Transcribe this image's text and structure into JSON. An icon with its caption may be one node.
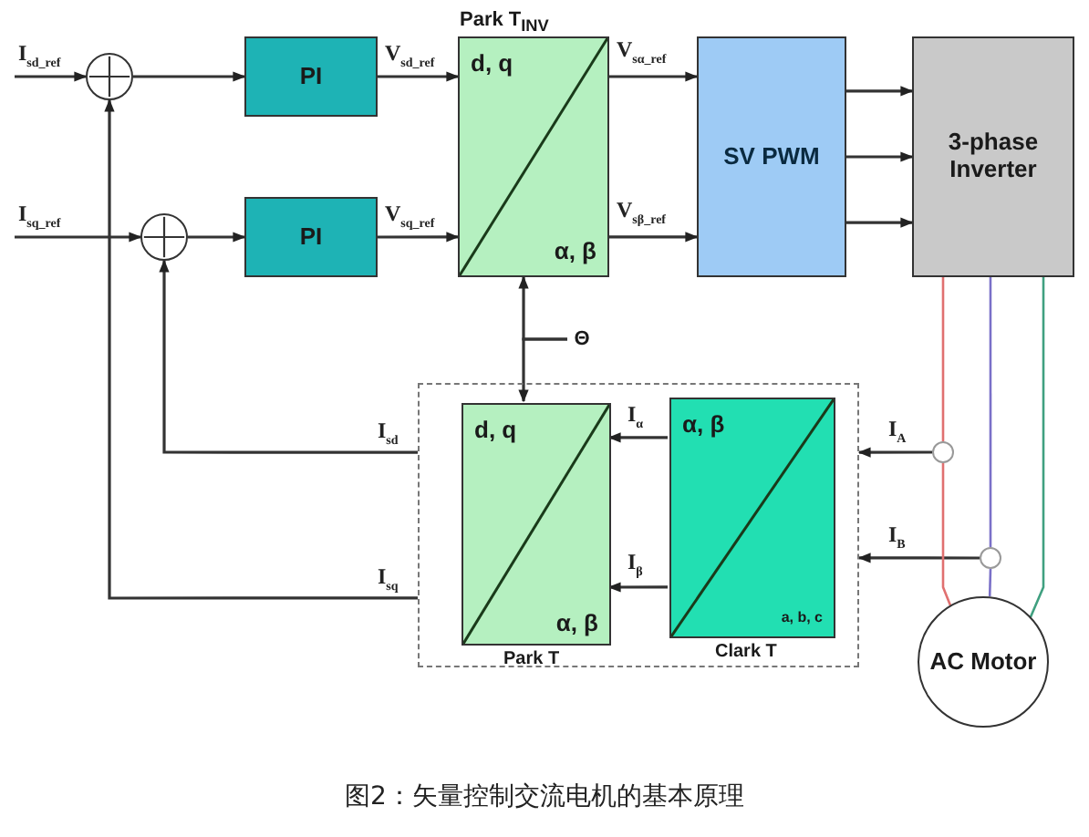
{
  "diagram": {
    "caption": "图2：矢量控制交流电机的基本原理",
    "nodes": [
      {
        "text": [],
        "shape": "circle"
      },
      {
        "text": [
          "PI"
        ]
      },
      {
        "text": [],
        "shape": "circle"
      },
      {
        "text": [
          "PI"
        ]
      },
      {
        "text": [
          "Park T$_{INV}$",
          "d, q",
          "α, β"
        ]
      },
      {
        "text": [
          "SV PWM"
        ]
      },
      {
        "text": [
          "3-phase Inverter"
        ]
      },
      {
        "text": [],
        "shape": "box"
      },
      {
        "text": [
          "d, q",
          "α, β",
          "Park T"
        ],
        "in": 7
      },
      {
        "text": [
          "α, β",
          "a, b, c",
          "Clark T"
        ],
        "in": 7
      },
      {
        "text": [
          "AC Motor"
        ]
      },
      {
        "text": [
          "Θ"
        ]
      },
      {
        "text": [],
        "shape": "circle"
      },
      {
        "text": [],
        "shape": "circle"
      }
    ],
    "edges": [
      {
        "from": null,
        "to": 0,
        "arrow": "to",
        "label": "I$_{sd_ref}$"
      },
      {
        "from": null,
        "to": 2,
        "arrow": "to",
        "label": "I$_{sq_ref}$"
      },
      {
        "from": 0,
        "to": 1,
        "arrow": "to"
      },
      {
        "from": 2,
        "to": 3,
        "arrow": "to"
      },
      {
        "from": 1,
        "to": 4,
        "arrow": "to",
        "label": "V$_{sd_ref}$"
      },
      {
        "from": 3,
        "to": 4,
        "arrow": "to",
        "label": "V$_{sq_ref}$"
      },
      {
        "from": 4,
        "to": 5,
        "arrow": "to",
        "label": "V$_{sα_ref}$"
      },
      {
        "from": 4,
        "to": 5,
        "arrow": "to",
        "label": "V$_{sβ_ref}$"
      },
      {
        "from": 5,
        "to": 6,
        "arrow": "to"
      },
      {
        "from": 5,
        "to": 6,
        "arrow": "to"
      },
      {
        "from": 5,
        "to": 6,
        "arrow": "to"
      },
      {
        "from": 11,
        "to": 4,
        "arrow": "to"
      },
      {
        "from": 11,
        "to": 8,
        "arrow": "to"
      },
      {
        "from": 7,
        "to": 2,
        "arrow": "to",
        "label": "I$_{sd}$"
      },
      {
        "from": 7,
        "to": 0,
        "arrow": "to",
        "label": "I$_{sq}$"
      },
      {
        "from": 9,
        "to": 8,
        "arrow": "to",
        "label": "I$_{α}$"
      },
      {
        "from": 9,
        "to": 8,
        "arrow": "to",
        "label": "I$_{β}$"
      },
      {
        "from": 12,
        "to": 7,
        "arrow": "to",
        "label": "I$_{A}$"
      },
      {
        "from": 13,
        "to": 7,
        "arrow": "to",
        "label": "I$_{B}$"
      },
      {
        "from": 6,
        "to": 12,
        "arrow": "none",
        "color": "#e07070"
      },
      {
        "from": 12,
        "to": 10,
        "arrow": "none",
        "color": "#e07070"
      },
      {
        "from": 6,
        "to": 13,
        "arrow": "none",
        "color": "#7a70c8"
      },
      {
        "from": 13,
        "to": 10,
        "arrow": "none",
        "color": "#7a70c8"
      },
      {
        "from": 6,
        "to": 10,
        "arrow": "none",
        "color": "#40a080"
      }
    ]
  }
}
